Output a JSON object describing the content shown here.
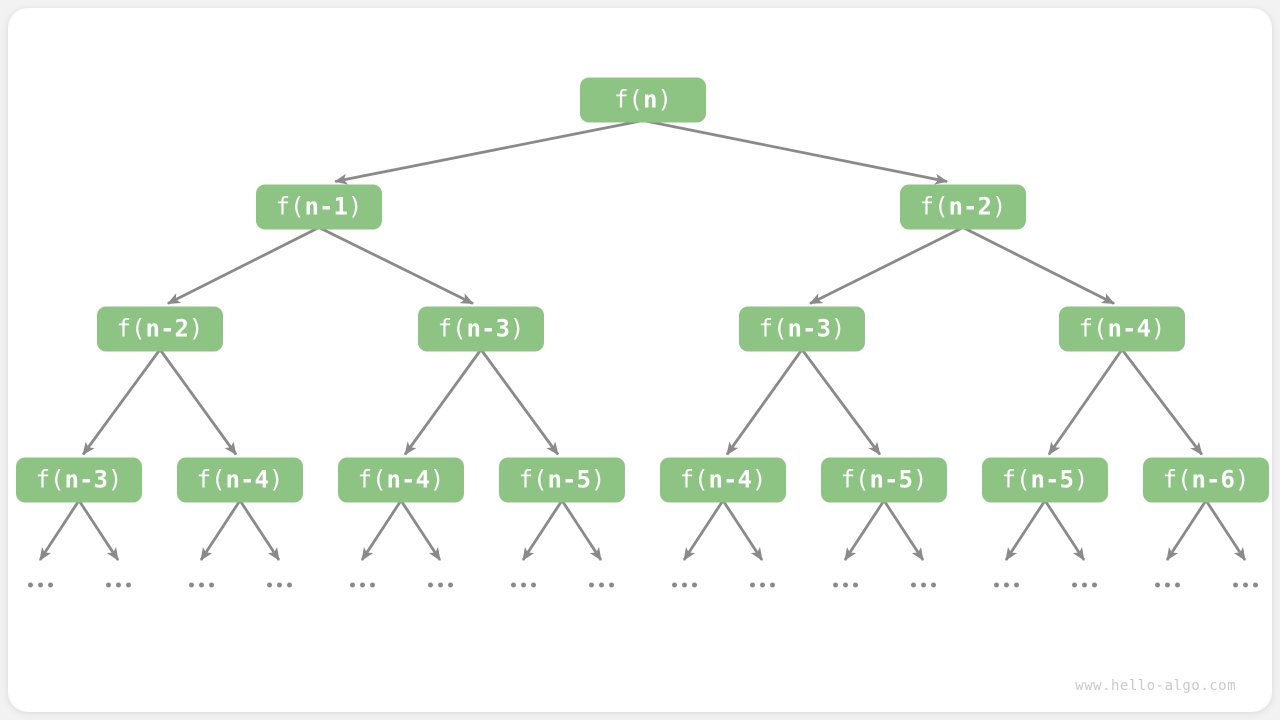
{
  "diagram": {
    "type": "recursion-tree",
    "levels": [
      {
        "nodes": [
          {
            "label": "f(n)"
          }
        ]
      },
      {
        "nodes": [
          {
            "label": "f(n-1)"
          },
          {
            "label": "f(n-2)"
          }
        ]
      },
      {
        "nodes": [
          {
            "label": "f(n-2)"
          },
          {
            "label": "f(n-3)"
          },
          {
            "label": "f(n-3)"
          },
          {
            "label": "f(n-4)"
          }
        ]
      },
      {
        "nodes": [
          {
            "label": "f(n-3)"
          },
          {
            "label": "f(n-4)"
          },
          {
            "label": "f(n-4)"
          },
          {
            "label": "f(n-5)"
          },
          {
            "label": "f(n-4)"
          },
          {
            "label": "f(n-5)"
          },
          {
            "label": "f(n-5)"
          },
          {
            "label": "f(n-6)"
          }
        ]
      }
    ],
    "ellipsis_label": "...",
    "ellipsis_count": 16
  },
  "colors": {
    "node_fill": "#8dc484",
    "node_text": "#ffffff",
    "arrow": "#8a8a8a",
    "ellipsis": "#8a8a8a",
    "watermark": "#c9c9c9",
    "card_bg": "#ffffff",
    "page_bg": "#f2f2f2"
  },
  "footer": {
    "watermark": "www.hello-algo.com"
  }
}
